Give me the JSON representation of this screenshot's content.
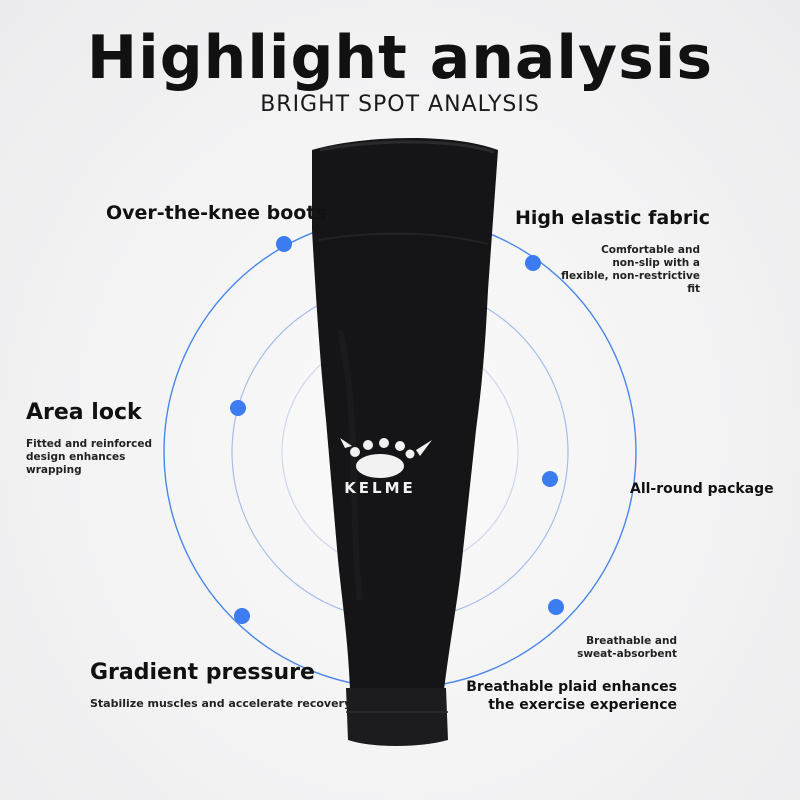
{
  "header": {
    "title": "Highlight analysis",
    "subtitle": "BRIGHT SPOT ANALYSIS"
  },
  "product": {
    "logo_text": "KELME"
  },
  "features": {
    "over_knee": {
      "title": "Over-the-knee boots"
    },
    "elastic": {
      "title": "High elastic fabric",
      "desc_lines": [
        "Comfortable and",
        "non-slip with a",
        "flexible, non-restrictive",
        "fit"
      ]
    },
    "area_lock": {
      "title": "Area lock",
      "desc_lines": [
        "Fitted and reinforced",
        "design enhances",
        "wrapping"
      ]
    },
    "all_round": {
      "title": "All-round package"
    },
    "gradient": {
      "title": "Gradient pressure",
      "desc": "Stabilize muscles and accelerate recovery"
    },
    "breathable": {
      "title_lines": [
        "Breathable plaid enhances",
        "the exercise experience"
      ],
      "desc_lines": [
        "Breathable and",
        "sweat-absorbent"
      ]
    }
  },
  "colors": {
    "accent": "#3b7cf0",
    "ring": "#4a86ea",
    "sleeve": "#141416",
    "text": "#111111"
  }
}
